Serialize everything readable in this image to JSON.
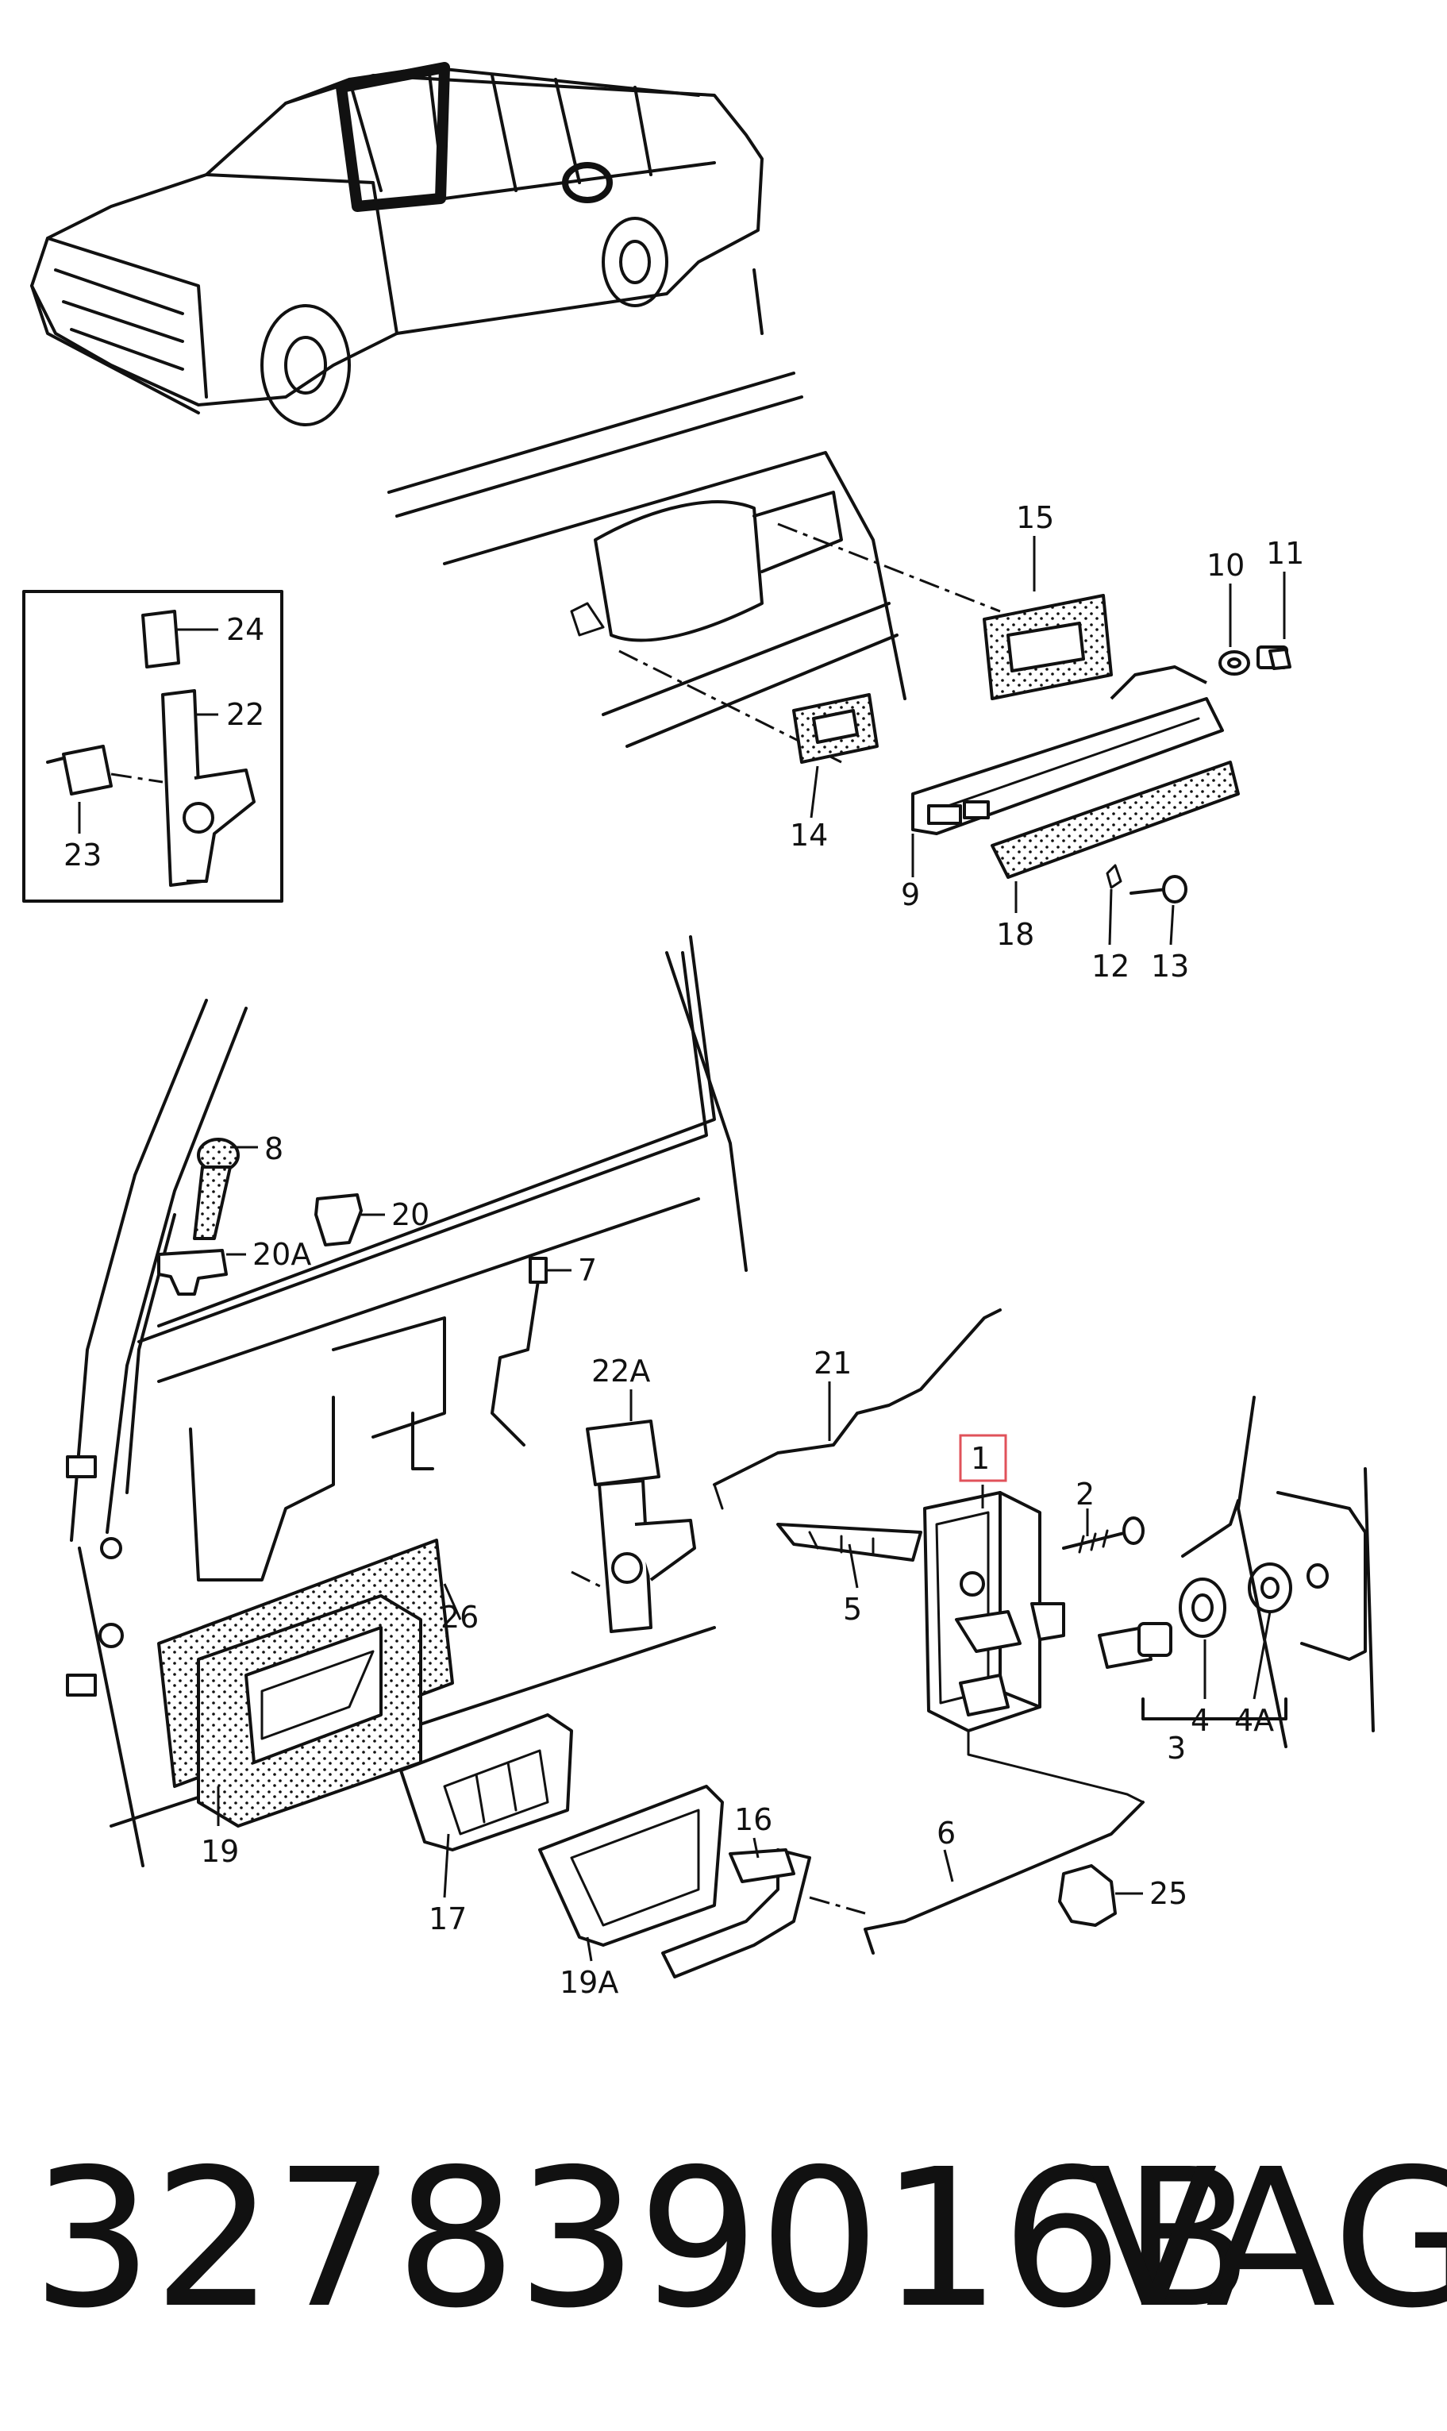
{
  "labels": {
    "l1": "1",
    "l2": "2",
    "l3": "3",
    "l4": "4",
    "l4a": "4A",
    "l5": "5",
    "l6": "6",
    "l7": "7",
    "l8": "8",
    "l9": "9",
    "l10": "10",
    "l11": "11",
    "l12": "12",
    "l13": "13",
    "l14": "14",
    "l15": "15",
    "l16": "16",
    "l17": "17",
    "l18": "18",
    "l19": "19",
    "l19a": "19A",
    "l20": "20",
    "l20a": "20A",
    "l21": "21",
    "l22": "22",
    "l22a": "22A",
    "l23": "23",
    "l24": "24",
    "l25": "25",
    "l26": "26"
  },
  "highlight_color": "#e0525a",
  "part_number": "327839016B",
  "brand": "VAG"
}
